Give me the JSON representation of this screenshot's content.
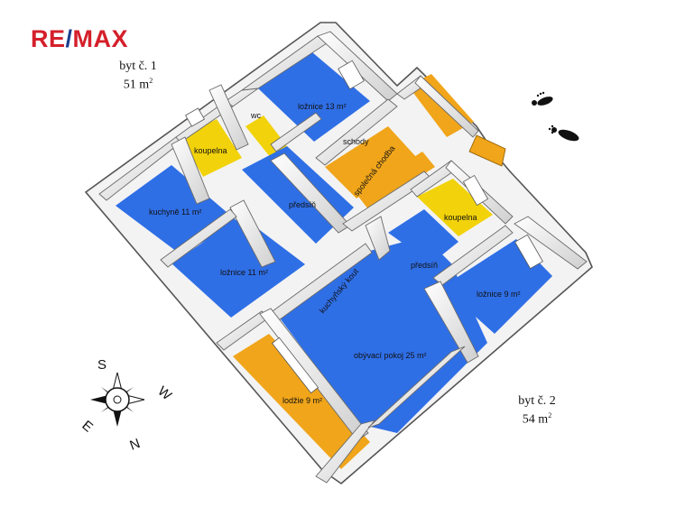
{
  "logo": {
    "part1": "RE",
    "slash": "/",
    "part2": "MAX"
  },
  "units": [
    {
      "name": "byt č. 1",
      "area": "51 m",
      "exp": "2"
    },
    {
      "name": "byt č. 2",
      "area": "54 m",
      "exp": "2"
    }
  ],
  "rooms": {
    "koupelna1": "koupelna",
    "wc": "wc",
    "loznice13": "ložnice 13 m²",
    "kuchyne11": "kuchyně 11 m²",
    "predsin1": "předsíň",
    "schody": "schody",
    "spolecna": "společná chodba",
    "loznice11": "ložnice 11 m²",
    "koupelna2": "koupelna",
    "predsin2": "předsíň",
    "kuchynsky": "kuchyňský kout",
    "loznice9": "ložnice 9 m²",
    "obyvaci": "obývací pokoj 25 m²",
    "lodzie": "lodžie 9 m²"
  },
  "compass": {
    "s": "S",
    "w": "W",
    "e": "E",
    "n": "N"
  },
  "colors": {
    "floor_blue": "#2f6fe6",
    "floor_yellow": "#f2d20a",
    "floor_orange": "#f0a51a",
    "wall": "#ececec",
    "brand_red": "#d4202b",
    "brand_blue": "#1b3f8f"
  }
}
